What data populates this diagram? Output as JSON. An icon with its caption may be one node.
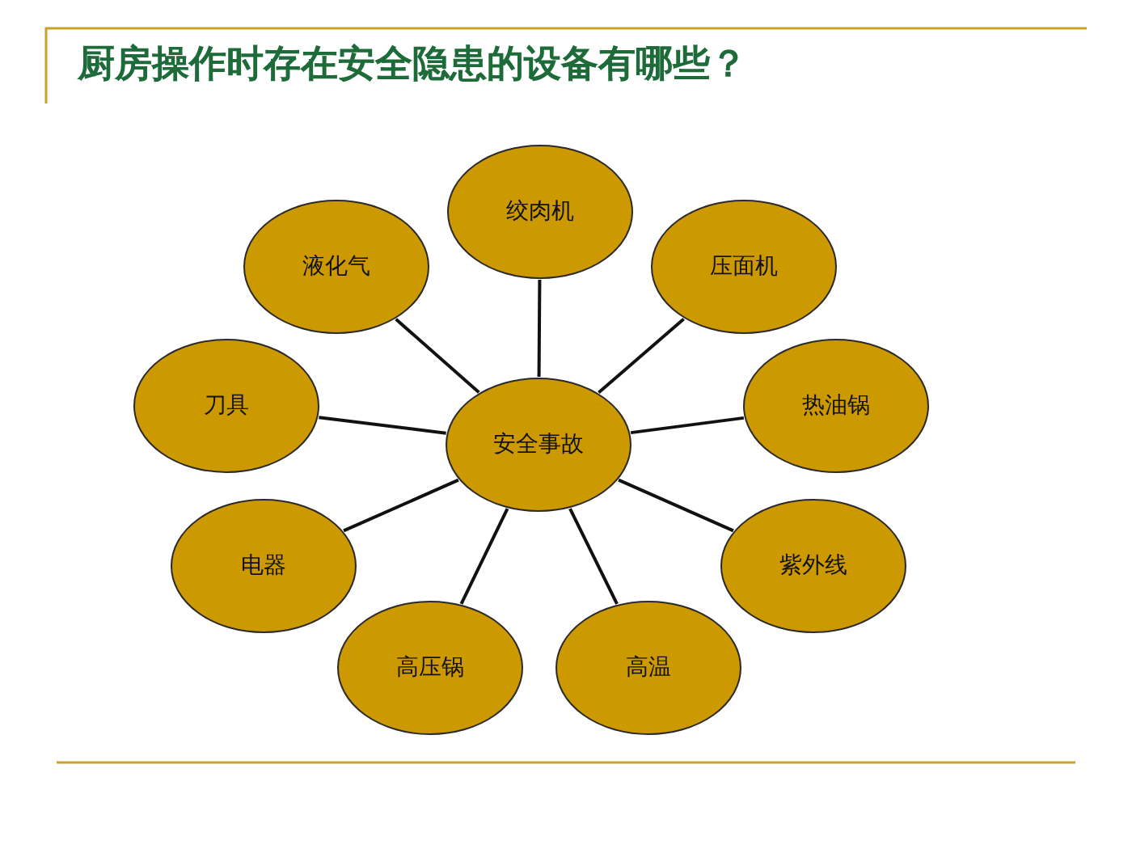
{
  "diagram": {
    "title": "厨房操作时存在安全隐患的设备有哪些？",
    "nodes": [
      {
        "text": [
          "安全事故"
        ]
      },
      {
        "text": [
          "绞肉机"
        ]
      },
      {
        "text": [
          "液化气"
        ]
      },
      {
        "text": [
          "压面机"
        ]
      },
      {
        "text": [
          "刀具"
        ]
      },
      {
        "text": [
          "热油锅"
        ]
      },
      {
        "text": [
          "电器"
        ]
      },
      {
        "text": [
          "紫外线"
        ]
      },
      {
        "text": [
          "高压锅"
        ]
      },
      {
        "text": [
          "高温"
        ]
      }
    ],
    "edges": [
      {
        "from": 0,
        "to": 1,
        "arrow": "none"
      },
      {
        "from": 0,
        "to": 2,
        "arrow": "none"
      },
      {
        "from": 0,
        "to": 3,
        "arrow": "none"
      },
      {
        "from": 0,
        "to": 4,
        "arrow": "none"
      },
      {
        "from": 0,
        "to": 5,
        "arrow": "none"
      },
      {
        "from": 0,
        "to": 6,
        "arrow": "none"
      },
      {
        "from": 0,
        "to": 7,
        "arrow": "none"
      },
      {
        "from": 0,
        "to": 8,
        "arrow": "none"
      },
      {
        "from": 0,
        "to": 9,
        "arrow": "none"
      }
    ]
  }
}
